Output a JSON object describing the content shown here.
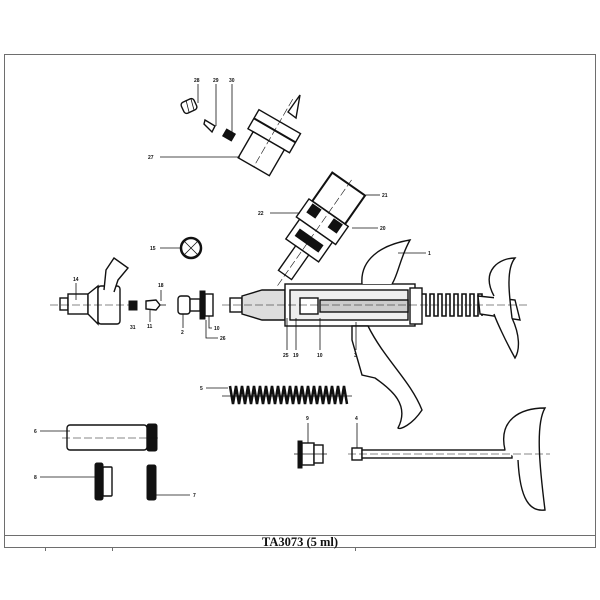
{
  "title": "TA3073  (5 ml)",
  "part_labels": {
    "p28": "28",
    "p29": "29",
    "p30": "30",
    "p27": "27",
    "p21": "21",
    "p22": "22",
    "p20": "20",
    "p15": "15",
    "p1": "1",
    "p14": "14",
    "p31": "31",
    "p11": "11",
    "p18": "18",
    "p2": "2",
    "p10a": "10",
    "p26": "26",
    "p25": "25",
    "p19": "19",
    "p10b": "10",
    "p3": "3",
    "p5": "5",
    "p6": "6",
    "p8": "8",
    "p7": "7",
    "p9": "9",
    "p4": "4"
  }
}
